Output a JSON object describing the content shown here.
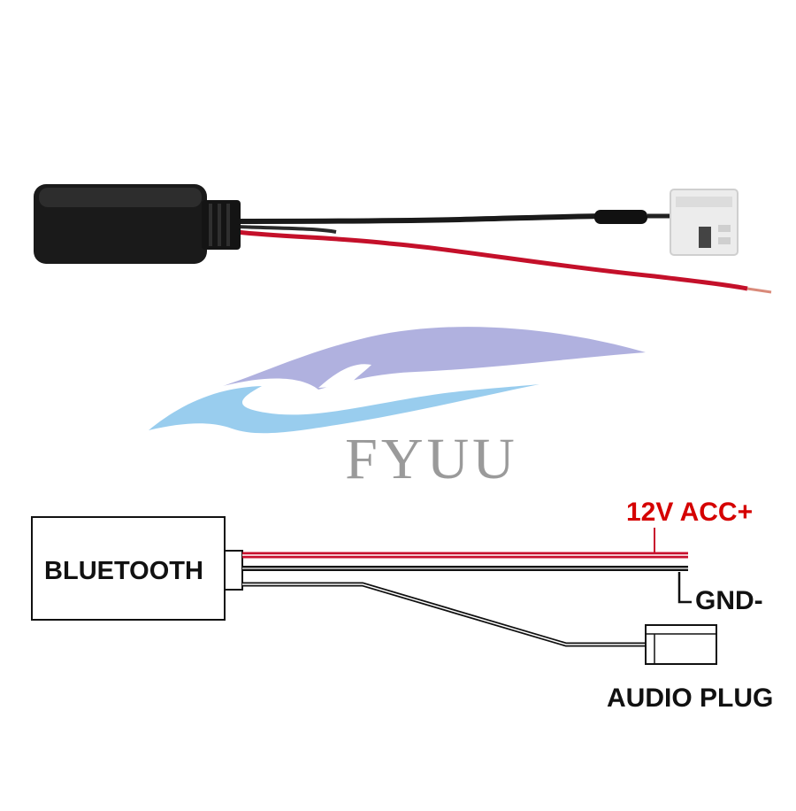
{
  "brand": {
    "name": "FYUU",
    "logo_colors": {
      "upper": "#a7a9dc",
      "lower": "#8ec8ec",
      "text": "#9a9a9a"
    }
  },
  "diagram": {
    "module_label": "BLUETOOTH",
    "power_label": "12V ACC+",
    "ground_label": "GND-",
    "plug_label": "AUDIO PLUG",
    "colors": {
      "power": "#d50000",
      "wire_red": "#c8102e",
      "wire_black": "#111111",
      "text": "#111111"
    }
  },
  "product_photo": {
    "icon": "bluetooth-adapter-cable",
    "colors": {
      "body": "#1a1a1a",
      "connector": "#ececec",
      "red_wire": "#c4102a"
    }
  }
}
